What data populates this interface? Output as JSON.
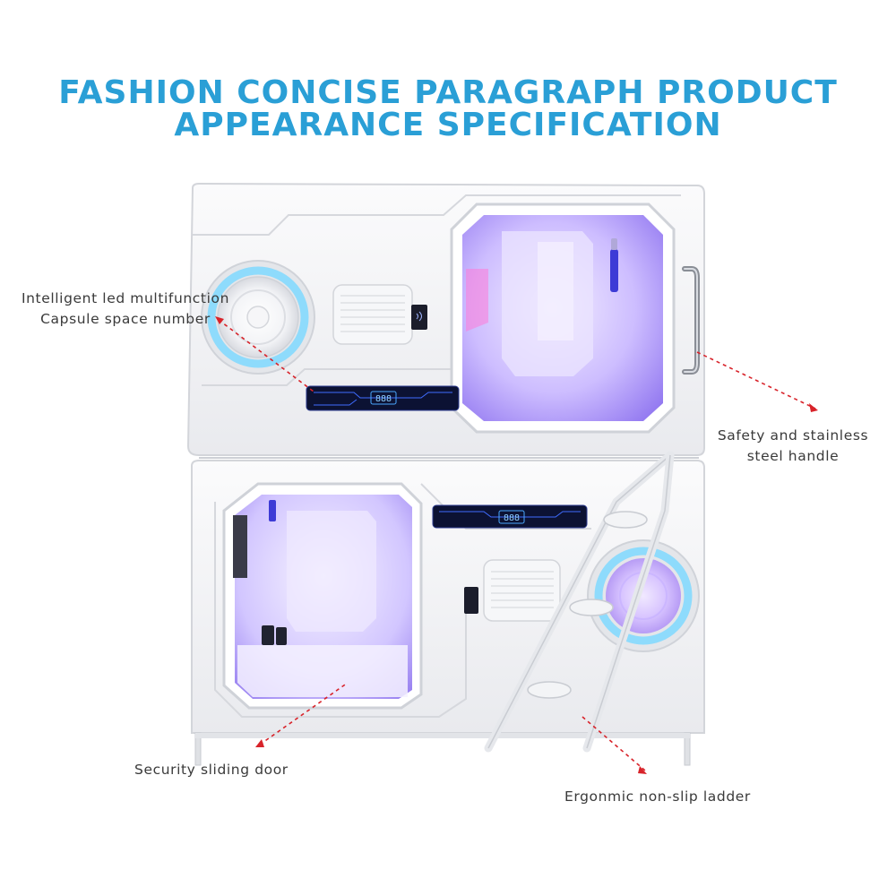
{
  "title": {
    "line1": "FASHION CONCISE PARAGRAPH PRODUCT",
    "line2": "APPEARANCE SPECIFICATION"
  },
  "callouts": {
    "led": {
      "line1": "Intelligent led multifunction",
      "line2": "Capsule space number"
    },
    "handle": {
      "line1": "Safety and stainless",
      "line2": "steel handle"
    },
    "door": "Security sliding door",
    "ladder": "Ergonmic non-slip ladder"
  },
  "panel_display": {
    "upper": "888",
    "lower": "888"
  },
  "colors": {
    "title": "#2a9fd6",
    "label_text": "#3a3a3a",
    "callout_line": "#d8232a",
    "capsule_body": "#f4f5f7",
    "interior_light": "#c9b8ff",
    "led_ring": "#7fd8ff",
    "control_panel": "#0c1233"
  }
}
